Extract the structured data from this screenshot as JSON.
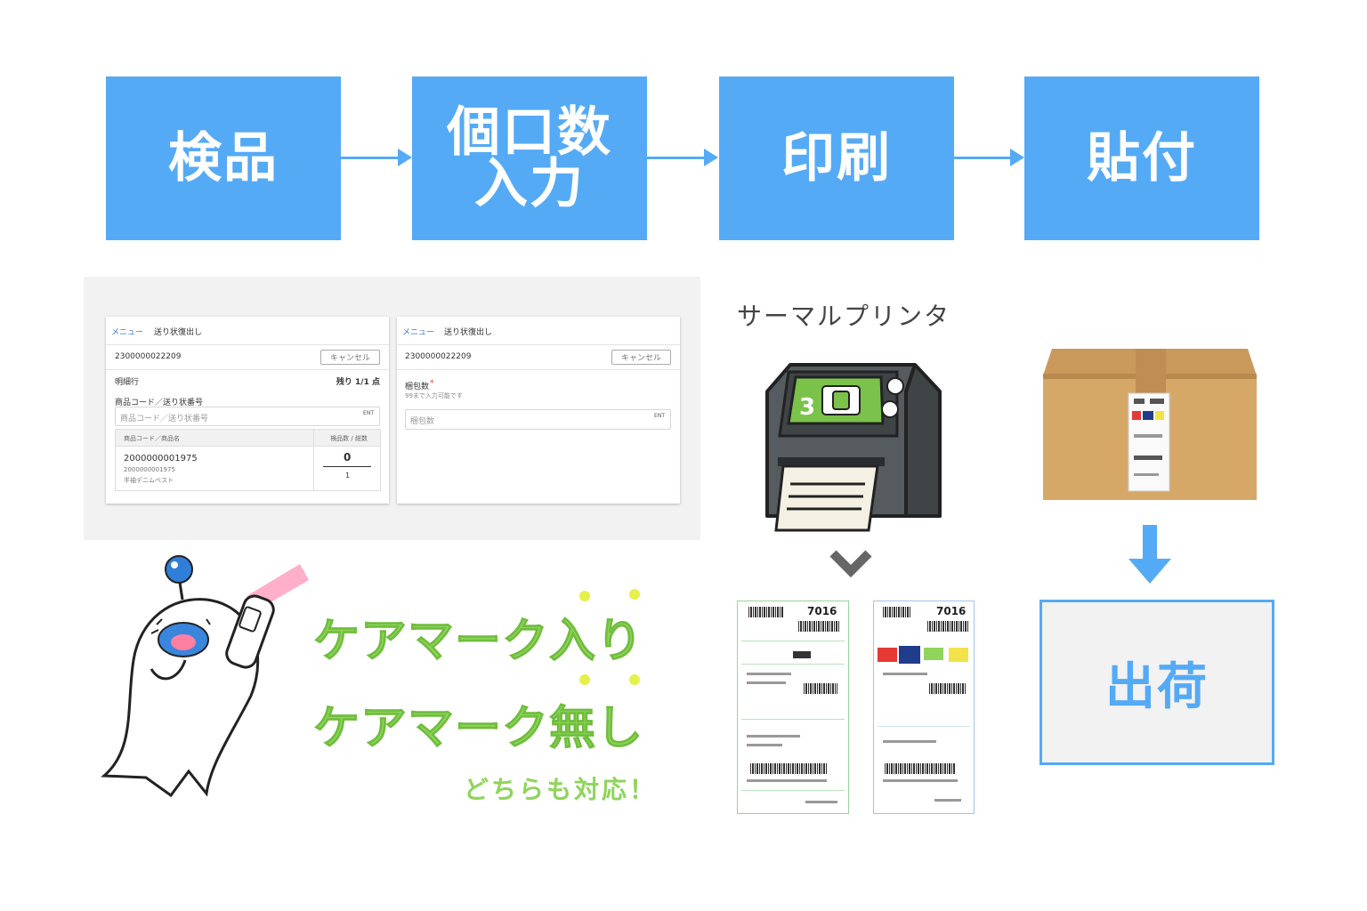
{
  "steps": [
    {
      "label": "検品"
    },
    {
      "label": "個口数\n入力"
    },
    {
      "label": "印刷"
    },
    {
      "label": "貼付"
    }
  ],
  "screen1": {
    "menu": "メニュー",
    "title": "送り状復出し",
    "code": "2300000022209",
    "cancel": "キャンセル",
    "detail_label": "明細行",
    "remaining": "残り 1/1 点",
    "field_label": "商品コード／送り状番号",
    "field_placeholder": "商品コード／送り状番号",
    "ent": "ENT",
    "table_headers": [
      "商品コード／商品名",
      "検品数 / 総数"
    ],
    "item_code": "2000000001975",
    "item_sub_code": "2000000001975",
    "item_name": "半袖デニムベスト",
    "count": "0",
    "total": "1"
  },
  "screen2": {
    "menu": "メニュー",
    "title": "送り状復出し",
    "code": "2300000022209",
    "cancel": "キャンセル",
    "field_label": "梱包数",
    "required": "*",
    "hint": "99まで入力可能です",
    "placeholder": "梱包数",
    "ent": "ENT"
  },
  "printer_title": "サーマルプリンタ",
  "printer_screen_num": "3",
  "label_numbers": [
    "7016",
    "7016"
  ],
  "care_with": "ケアマーク入り",
  "care_without": "ケアマーク無し",
  "both_supported": "どちらも対応！",
  "ship_label": "出荷",
  "colors": {
    "accent": "#55aaf5",
    "green": "#8fd45b"
  }
}
